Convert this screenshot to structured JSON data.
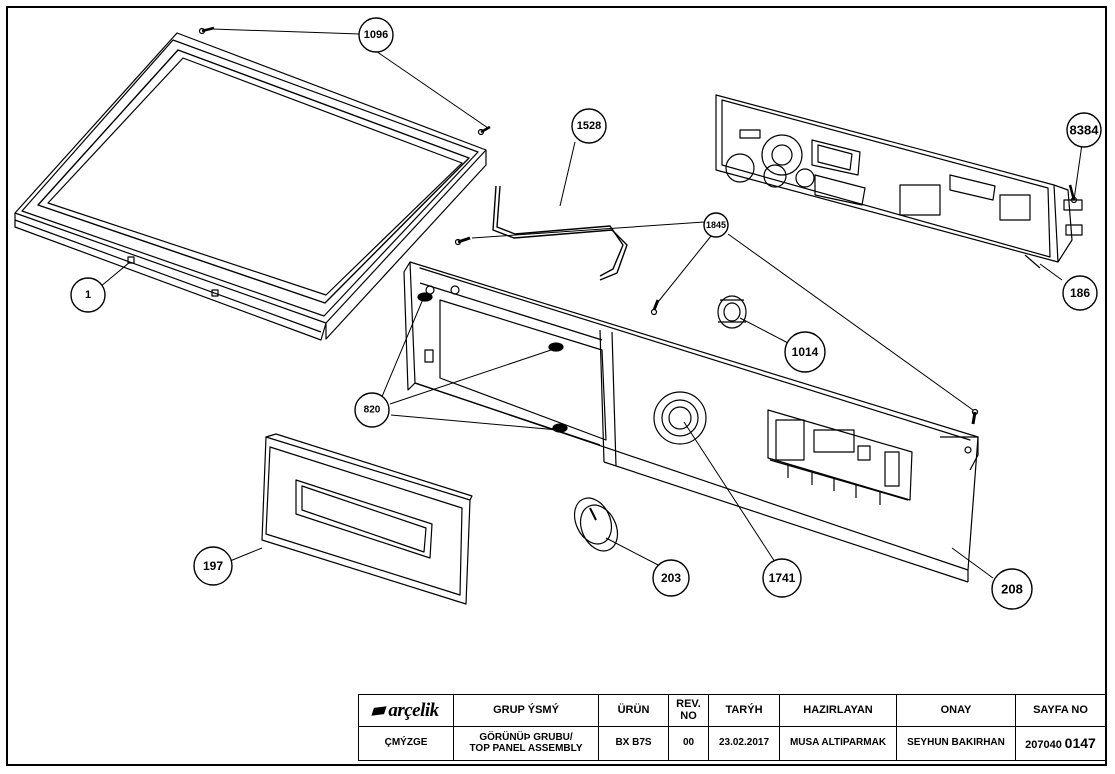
{
  "callouts": [
    "1096",
    "1528",
    "8384",
    "1845",
    "186",
    "1014",
    "1",
    "820",
    "197",
    "203",
    "1741",
    "208"
  ],
  "title_block": {
    "brand": "arçelik",
    "headers": {
      "group_name": "GRUP ÝSMÝ",
      "product": "ÜRÜN",
      "rev": "REV. NO",
      "date": "TARÝH",
      "prepared_by": "HAZIRLAYAN",
      "approval": "ONAY",
      "page_no": "SAYFA NO"
    },
    "values": {
      "drawing_type": "ÇMÝZGE",
      "group_name_line1": "GÖRÜNÜÞ GRUBU/",
      "group_name_line2": "TOP PANEL ASSEMBLY",
      "product": "BX B7S",
      "rev": "00",
      "date": "23.02.2017",
      "prepared_by": "MUSA ALTIPARMAK",
      "approval": "SEYHUN BAKIRHAN",
      "page_prefix": "207040",
      "page_number": "0147"
    }
  }
}
